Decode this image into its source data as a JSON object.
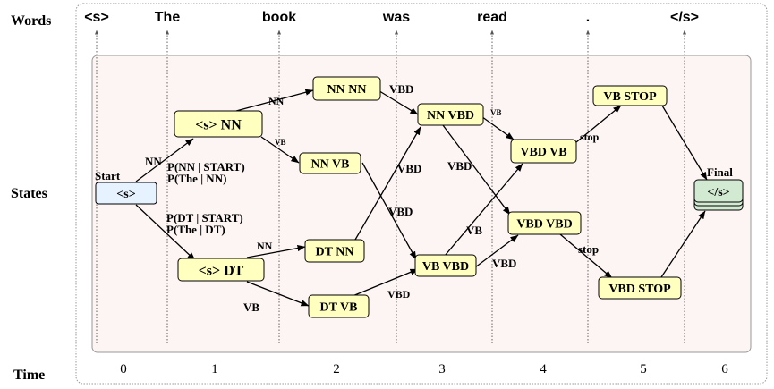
{
  "row_labels": {
    "words": "Words",
    "states": "States",
    "time": "Time"
  },
  "words": [
    "<s>",
    "The",
    "book",
    "was",
    "read",
    ".",
    "</s>"
  ],
  "time_steps": [
    "0",
    "1",
    "2",
    "3",
    "4",
    "5",
    "6"
  ],
  "start": {
    "caption": "Start",
    "state": "<s>"
  },
  "final": {
    "caption": "Final",
    "state": "</s>"
  },
  "states": [
    {
      "id": "s_nn",
      "label": "<s>  NN"
    },
    {
      "id": "s_dt",
      "label": "<s>  DT"
    },
    {
      "id": "nn_nn",
      "label": "NN  NN"
    },
    {
      "id": "nn_vb",
      "label": "NN  VB"
    },
    {
      "id": "dt_nn",
      "label": "DT  NN"
    },
    {
      "id": "dt_vb",
      "label": "DT  VB"
    },
    {
      "id": "nn_vbd",
      "label": "NN  VBD"
    },
    {
      "id": "vb_vbd",
      "label": "VB  VBD"
    },
    {
      "id": "vbd_vb",
      "label": "VBD  VB"
    },
    {
      "id": "vbd_vbd",
      "label": "VBD  VBD"
    },
    {
      "id": "vb_stop",
      "label": "VB  STOP"
    },
    {
      "id": "vbd_stop",
      "label": "VBD  STOP"
    }
  ],
  "edges": [
    {
      "from": "start",
      "to": "s_nn",
      "label": "NN"
    },
    {
      "from": "start",
      "to": "s_dt",
      "label": ""
    },
    {
      "from": "s_nn",
      "to": "nn_nn",
      "label": "NN"
    },
    {
      "from": "s_nn",
      "to": "nn_vb",
      "label": "VB"
    },
    {
      "from": "s_dt",
      "to": "dt_nn",
      "label": "NN"
    },
    {
      "from": "s_dt",
      "to": "dt_vb",
      "label": "VB"
    },
    {
      "from": "nn_nn",
      "to": "nn_vbd",
      "label": "VBD"
    },
    {
      "from": "nn_vb",
      "to": "vb_vbd",
      "label": "VBD"
    },
    {
      "from": "dt_nn",
      "to": "nn_vbd",
      "label": "VBD"
    },
    {
      "from": "dt_vb",
      "to": "vb_vbd",
      "label": "VBD"
    },
    {
      "from": "nn_vbd",
      "to": "vbd_vb",
      "label": "VB"
    },
    {
      "from": "nn_vbd",
      "to": "vbd_vbd",
      "label": "VBD"
    },
    {
      "from": "vb_vbd",
      "to": "vbd_vb",
      "label": "VB"
    },
    {
      "from": "vb_vbd",
      "to": "vbd_vbd",
      "label": "VBD"
    },
    {
      "from": "vbd_vb",
      "to": "vb_stop",
      "label": "stop"
    },
    {
      "from": "vbd_vbd",
      "to": "vbd_stop",
      "label": "stop"
    },
    {
      "from": "vb_stop",
      "to": "final",
      "label": ""
    },
    {
      "from": "vbd_stop",
      "to": "final",
      "label": ""
    }
  ],
  "probability_labels": [
    [
      "P(NN | START)",
      "P(The | NN)"
    ],
    [
      "P(DT | START)",
      "P(The | DT)"
    ]
  ],
  "colors": {
    "state_fill": "#ffffc0",
    "start_fill": "#e6f2ff",
    "final_fill": "#d2ead2",
    "panel_fill": "#fdf4f4"
  }
}
